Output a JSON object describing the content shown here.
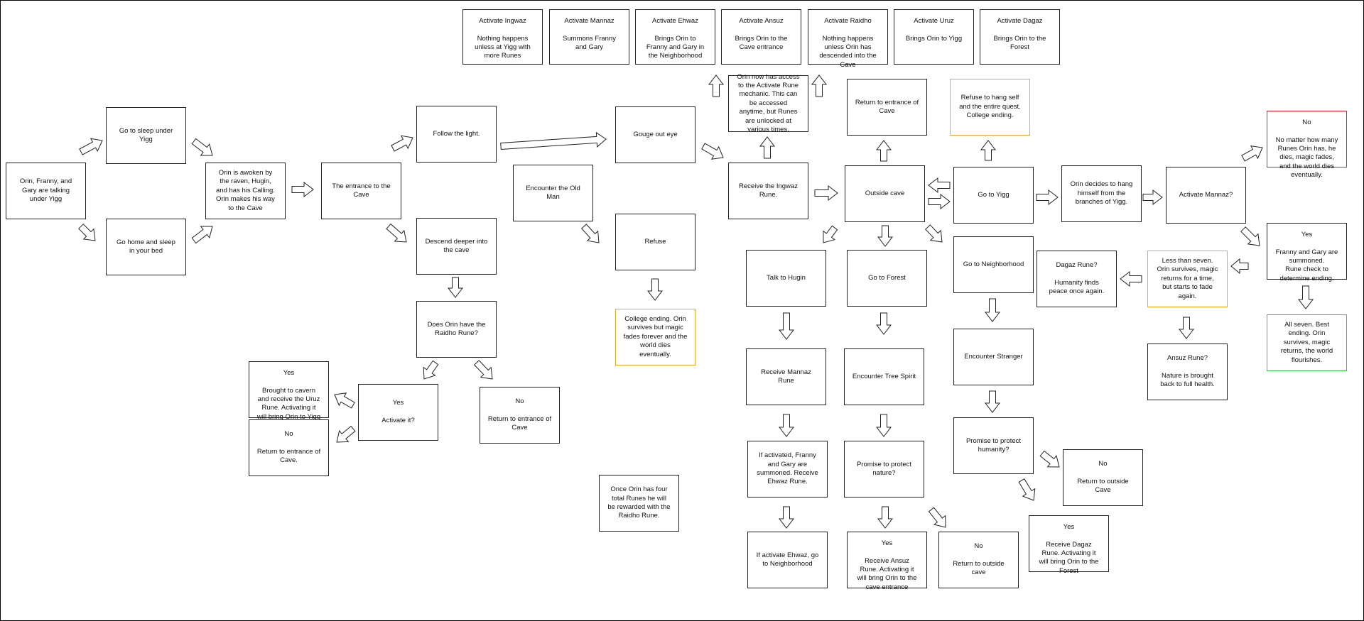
{
  "colors": {
    "border": "#222222",
    "college_ending": "#f5a623",
    "bad_ending": "#e02020",
    "best_ending": "#2ecc40"
  },
  "icon": "hollow-block-arrow",
  "nodes": {
    "start": "Orin, Franny, and\nGary are talking\nunder Yigg",
    "sleep_yigg": "Go to sleep under\nYigg",
    "sleep_bed": "Go home and sleep\nin your bed",
    "awoken": "Orin is awoken by\nthe raven, Hugin,\nand has his Calling.\nOrin makes his way\nto the Cave",
    "cave_entrance": "The entrance to the\nCave",
    "follow_light": "Follow the light.",
    "descend": "Descend deeper into\nthe cave",
    "raidho_check": "Does Orin have the\nRaidho Rune?",
    "raidho_yes": "Yes\n\nActivate it?",
    "raidho_no": "No\n\nReturn to entrance of\nCave",
    "uruz_yes": "Yes\n\nBrought to cavern\nand receive the Uruz\nRune. Activating it\nwill bring Orin to Yigg",
    "uruz_no": "No\n\nReturn to entrance of\nCave.",
    "old_man": "Encounter the Old\nMan",
    "gouge_eye": "Gouge out eye",
    "refuse": "Refuse",
    "college_end_1": "College ending. Orin\nsurvives but magic\nfades forever and the\nworld dies\neventually.",
    "four_runes": "Once Orin has four\ntotal Runes he will\nbe rewarded with the\nRaidho Rune.",
    "ingwaz_receive": "Receive the Ingwaz\nRune.",
    "activate_mechanic": "Orin now has access\nto the Activate Rune\nmechanic. This can\nbe accessed\nanytime, but Runes\nare unlocked at\nvarious times.",
    "act_ingwaz": "Activate Ingwaz\n\nNothing happens\nunless at Yigg with\nmore Runes",
    "act_mannaz": "Activate Mannaz\n\nSummons Franny\nand Gary",
    "act_ehwaz": "Activate Ehwaz\n\nBrings Orin to\nFranny and Gary in\nthe Neighborhood",
    "act_ansuz": "Activate Ansuz\n\nBrings Orin to the\nCave entrance",
    "act_raidho": "Activate Raidho\n\nNothing happens\nunless Orin has\ndescended into the\nCave",
    "act_uruz": "Activate Uruz\n\nBrings Orin to Yigg",
    "act_dagaz": "Activate Dagaz\n\nBrings Orin to the\nForest",
    "return_entrance": "Return to entrance of\nCave",
    "outside_cave": "Outside cave",
    "talk_hugin": "Talk to Hugin",
    "go_forest": "Go to Forest",
    "go_neighborhood": "Go to Neighborhood",
    "receive_mannaz": "Receive Mannaz\nRune",
    "franny_gary_ehwaz": "If activated, Franny\nand Gary are\nsummoned. Receive\nEhwaz Rune.",
    "ehwaz_neighborhood": "If activate Ehwaz, go\nto Neighborhood",
    "tree_spirit": "Encounter Tree Spirit",
    "protect_nature": "Promise to protect\nnature?",
    "nature_yes": "Yes\n\nReceive Ansuz\nRune. Activating it\nwill bring Orin to the\ncave entrance",
    "nature_no": "No\n\nReturn to outside\ncave",
    "stranger": "Encounter Stranger",
    "protect_humanity": "Promise to protect\nhumanity?",
    "humanity_no": "No\n\nReturn to outside\nCave",
    "humanity_yes": "Yes\n\nReceive Dagaz\nRune. Activating it\nwill bring Orin to the\nForest",
    "refuse_hang": "Refuse to hang self\nand the entire quest.\nCollege ending.",
    "go_yigg": "Go to Yigg",
    "hang_self": "Orin decides to hang\nhimself from the\nbranches of Yigg.",
    "activate_mannaz_q": "Activate Mannaz?",
    "mannaz_no": "No\n\nNo matter how many\nRunes Orin has, he\ndies, magic fades,\nand the world dies\neventually.",
    "mannaz_yes": "Yes\n\nFranny and Gary are\nsummoned.\nRune check to\ndetermine ending.",
    "all_seven": "All seven. Best\nending. Orin\nsurvives, magic\nreturns, the world\nflourishes.",
    "less_seven": "Less than seven.\nOrin survives, magic\nreturns for a time,\nbut starts to fade\nagain.",
    "dagaz_check": "Dagaz Rune?\n\nHumanity finds\npeace once again.",
    "ansuz_check": "Ansuz Rune?\n\nNature is brought\nback to full health."
  }
}
